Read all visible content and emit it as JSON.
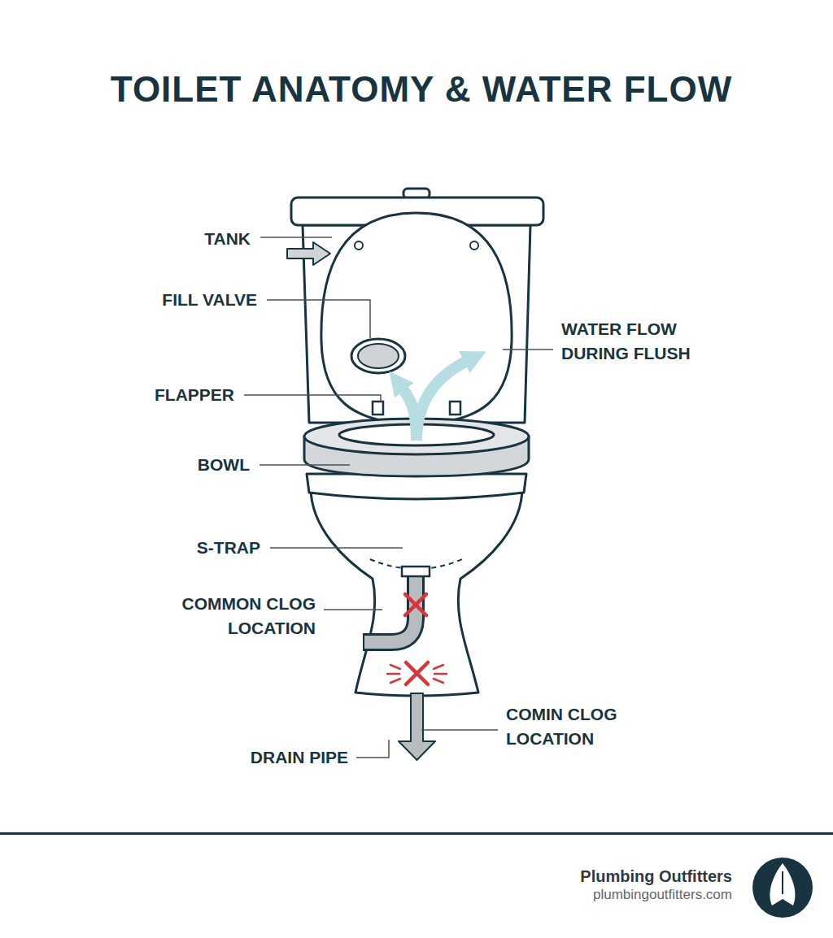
{
  "diagram": {
    "title": "TOILET ANATOMY & WATER FLOW",
    "labels": [
      "TANK",
      "FILL VALVE",
      "WATER FLOW DURING FLUSH",
      "FLAPPER",
      "BOWL",
      "S-TRAP",
      "COMMON CLOG LOCATION",
      "COMIN CLOG LOCATION",
      "DRAIN PIPE",
      "Plumbing Outfitters",
      "plumbingoutfitters.com"
    ]
  }
}
